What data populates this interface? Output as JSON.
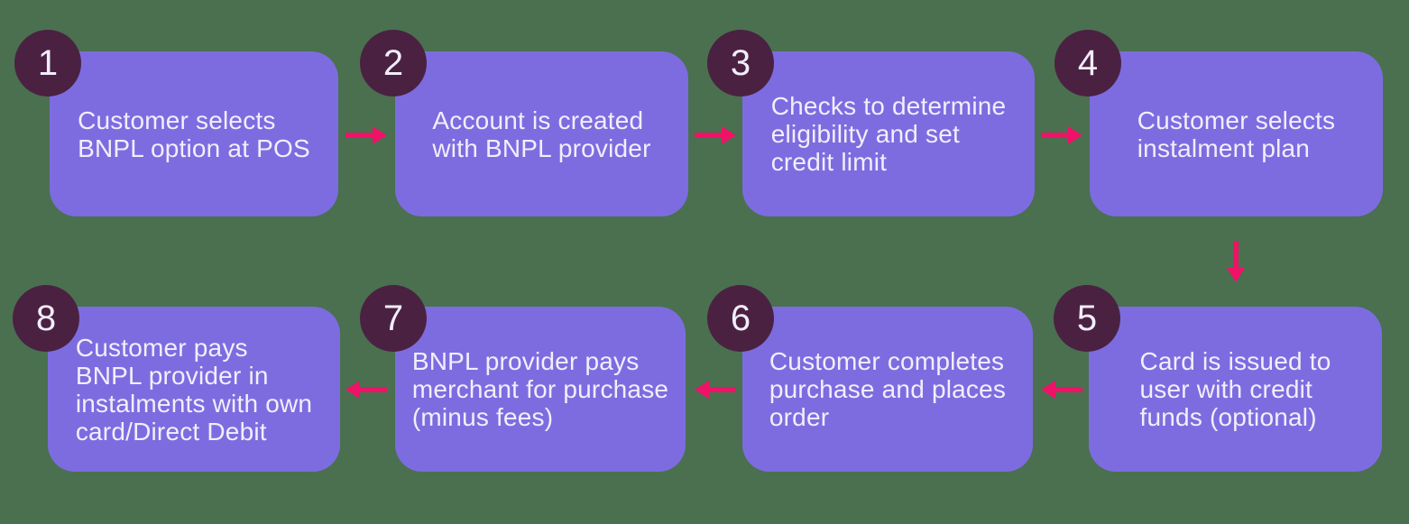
{
  "colors": {
    "background": "#4A7050",
    "box": "#7D6CE0",
    "badge": "#4B2142",
    "arrow": "#EF1267",
    "text": "#F2EEFA"
  },
  "diagram": {
    "subject": "BNPL process flow"
  },
  "steps": [
    {
      "number": "1",
      "text": "Customer selects\nBNPL option at POS"
    },
    {
      "number": "2",
      "text": "Account is created\nwith BNPL provider"
    },
    {
      "number": "3",
      "text": "Checks to determine\neligibility and set\ncredit limit"
    },
    {
      "number": "4",
      "text": "Customer selects\ninstalment plan"
    },
    {
      "number": "5",
      "text": "Card is issued to\nuser with credit\nfunds (optional)"
    },
    {
      "number": "6",
      "text": "Customer completes\npurchase and places\norder"
    },
    {
      "number": "7",
      "text": "BNPL provider pays\nmerchant for purchase\n(minus fees)"
    },
    {
      "number": "8",
      "text": "Customer pays\nBNPL provider in\ninstalments with own\ncard/Direct Debit"
    }
  ],
  "arrows": [
    {
      "from": "1",
      "to": "2",
      "direction": "right"
    },
    {
      "from": "2",
      "to": "3",
      "direction": "right"
    },
    {
      "from": "3",
      "to": "4",
      "direction": "right"
    },
    {
      "from": "4",
      "to": "5",
      "direction": "down"
    },
    {
      "from": "5",
      "to": "6",
      "direction": "left"
    },
    {
      "from": "6",
      "to": "7",
      "direction": "left"
    },
    {
      "from": "7",
      "to": "8",
      "direction": "left"
    }
  ]
}
